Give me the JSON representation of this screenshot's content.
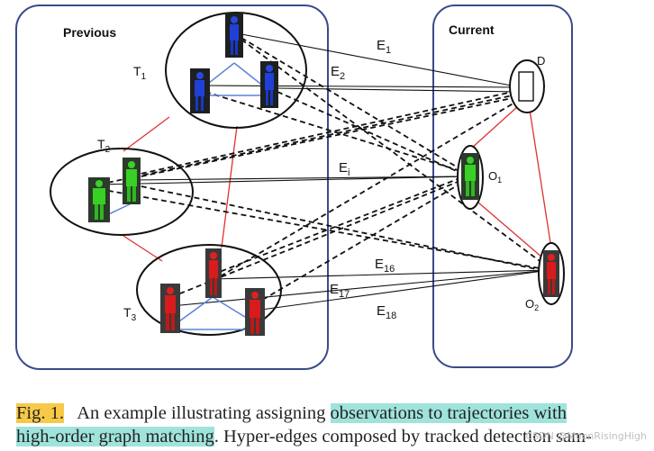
{
  "figure": {
    "panel_previous": "Previous",
    "panel_current": "Current",
    "trajectories": [
      {
        "label": "T",
        "sub": "1"
      },
      {
        "label": "T",
        "sub": "2"
      },
      {
        "label": "T",
        "sub": "3"
      }
    ],
    "detection_label": "D",
    "observations": [
      {
        "label": "O",
        "sub": "1"
      },
      {
        "label": "O",
        "sub": "2"
      }
    ],
    "edges": [
      {
        "label": "E",
        "sub": "1"
      },
      {
        "label": "E",
        "sub": "2"
      },
      {
        "label": "E",
        "sub": "i"
      },
      {
        "label": "E",
        "sub": "16"
      },
      {
        "label": "E",
        "sub": "17"
      },
      {
        "label": "E",
        "sub": "18"
      }
    ],
    "colors": {
      "panel_border": "#3a4a8a",
      "tracklet_blue": "#1f3fd6",
      "tracklet_green": "#3ccf2a",
      "tracklet_red": "#e02020",
      "red_edge": "#e03030",
      "intra_edge": "#5b84d6"
    }
  },
  "caption": {
    "fig_label": "Fig. 1.",
    "line1_text": "An example illustrating assigning",
    "line1_highlight": "observations to trajectories with",
    "line2_highlight": "high-order graph matching",
    "line2_text": ". Hyper-edges composed by tracked detection sam-"
  },
  "watermark": "CSDN @MoonRisingHigh"
}
